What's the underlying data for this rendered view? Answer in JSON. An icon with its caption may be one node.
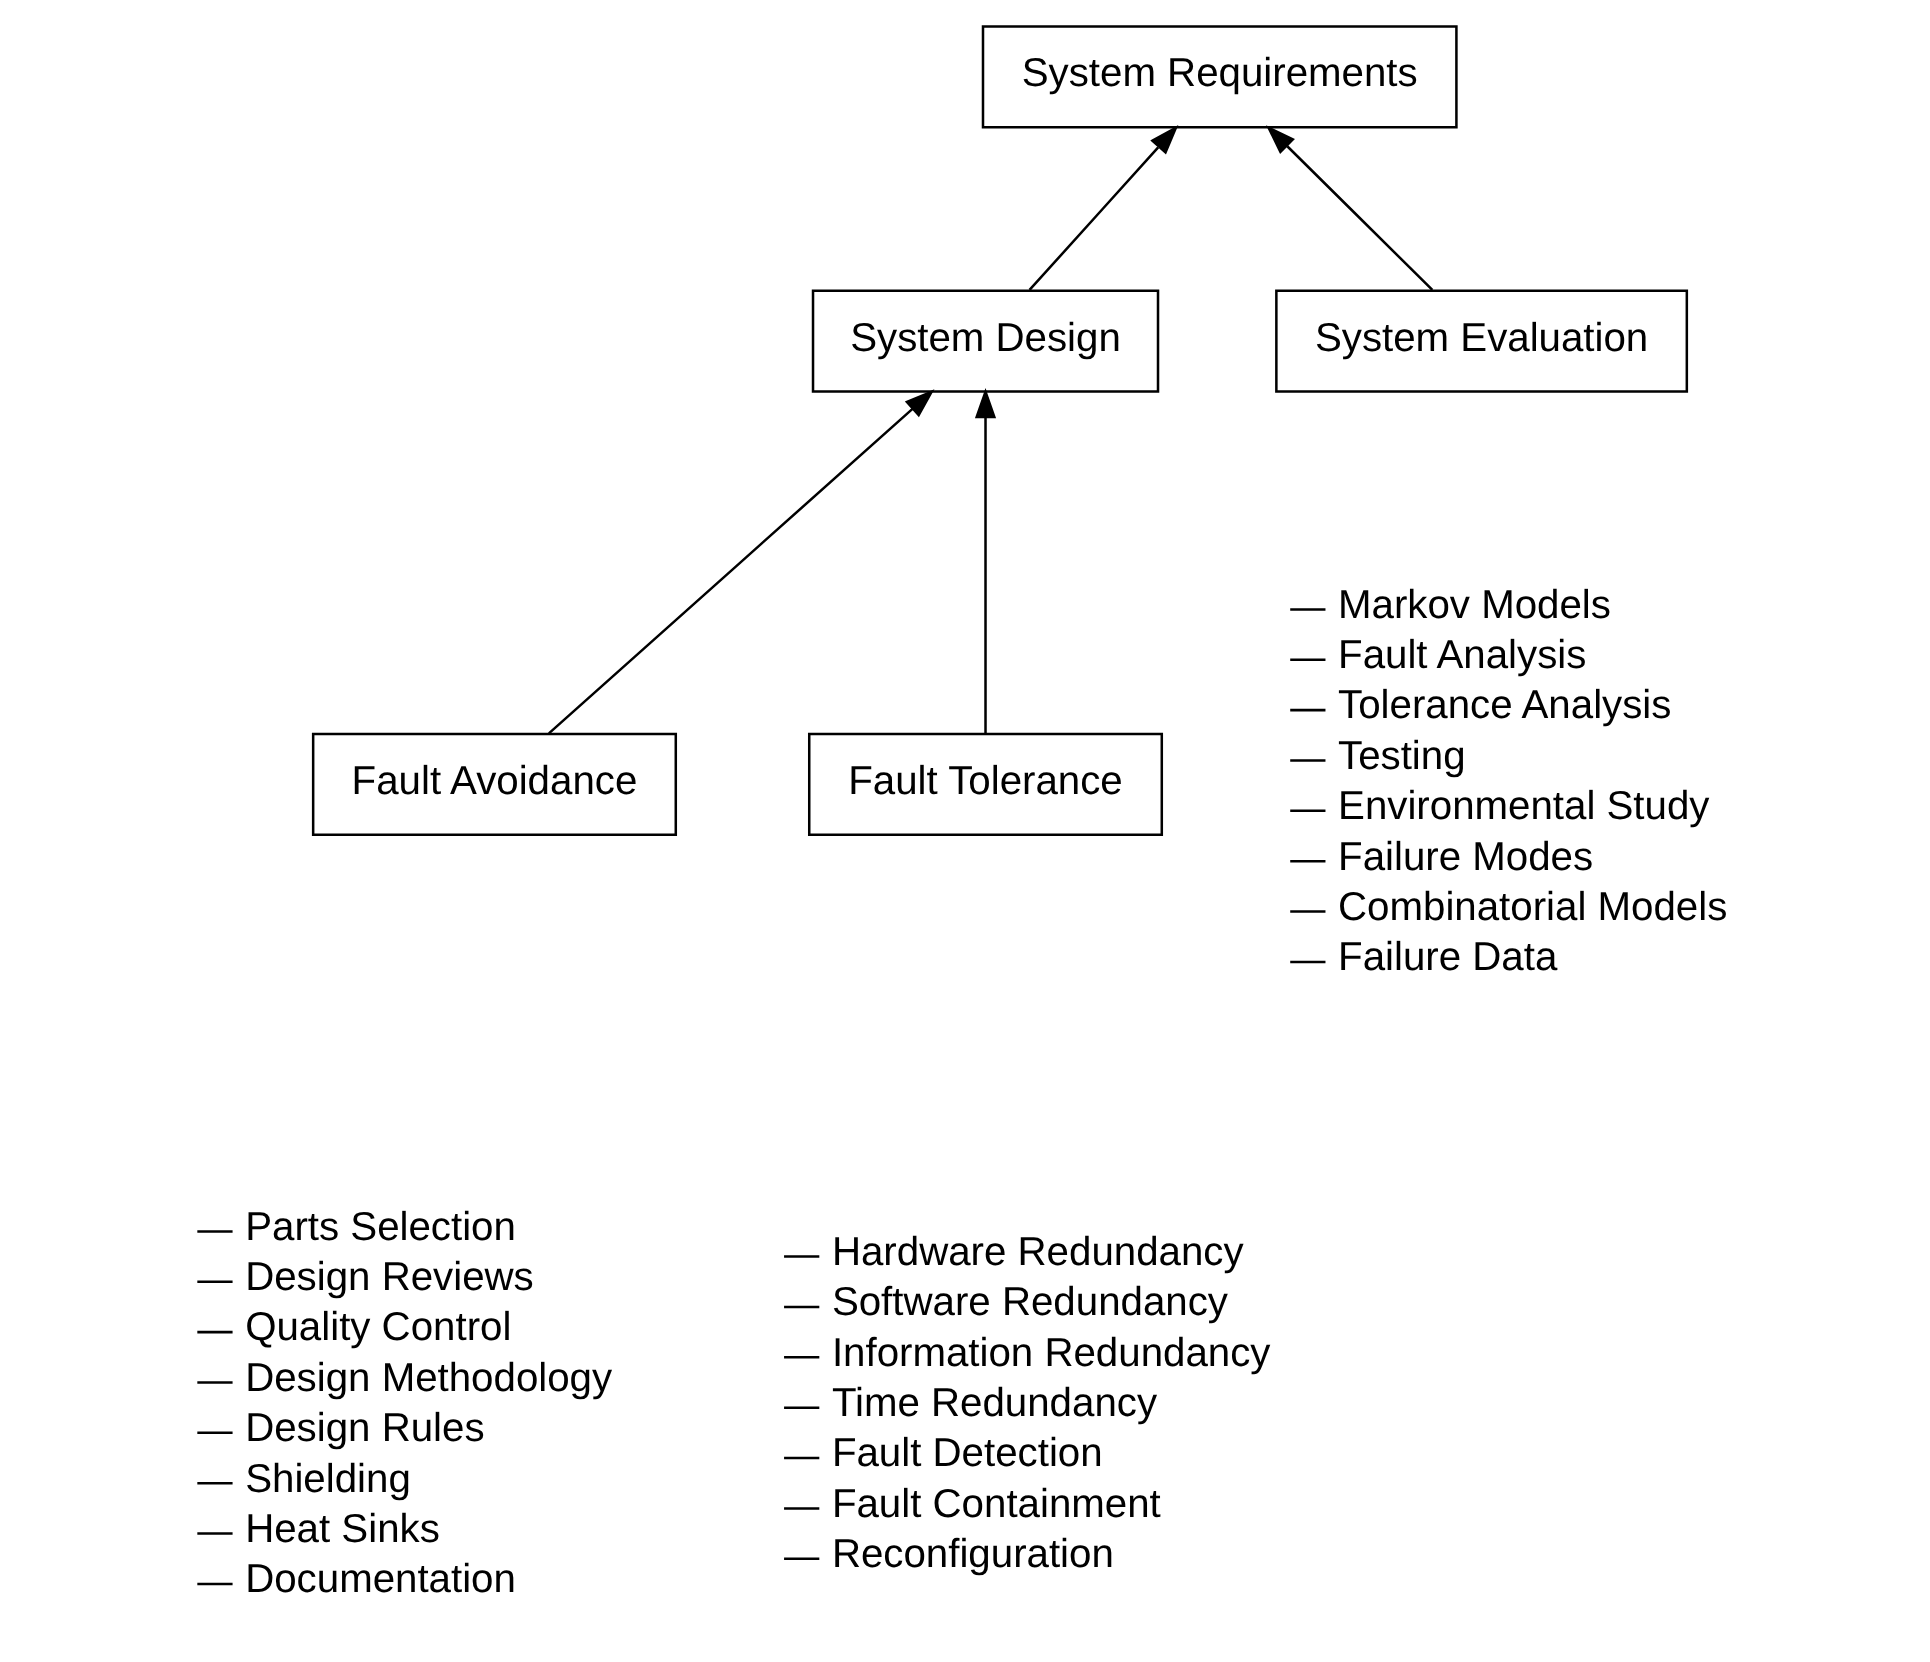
{
  "diagram": {
    "nodes": [
      {
        "text": [
          "System Requirements"
        ]
      },
      {
        "text": [
          "System Design"
        ]
      },
      {
        "text": [
          "Fault Avoidance"
        ],
        "beside": [
          "Parts Selection",
          "Design Reviews",
          "Quality Control",
          "Design Methodology",
          "Design Rules",
          "Shielding",
          "Heat Sinks",
          "Documentation"
        ]
      },
      {
        "text": [
          "Fault Tolerance"
        ],
        "beside": [
          "Hardware Redundancy",
          "Software Redundancy",
          "Information Redundancy",
          "Time Redundancy",
          "Fault Detection",
          "Fault Containment",
          "Reconfiguration"
        ]
      },
      {
        "text": [
          "System Evaluation"
        ],
        "beside": [
          "Markov Models",
          "Fault Analysis",
          "Tolerance Analysis",
          "Testing",
          "Environmental Study",
          "Failure Modes",
          "Combinatorial Models",
          "Failure Data"
        ]
      }
    ],
    "edges": [
      {
        "from": 1,
        "to": 0,
        "arrow": "to"
      },
      {
        "from": 4,
        "to": 0,
        "arrow": "to"
      },
      {
        "from": 2,
        "to": 1,
        "arrow": "to"
      },
      {
        "from": 3,
        "to": 1,
        "arrow": "to"
      }
    ]
  }
}
